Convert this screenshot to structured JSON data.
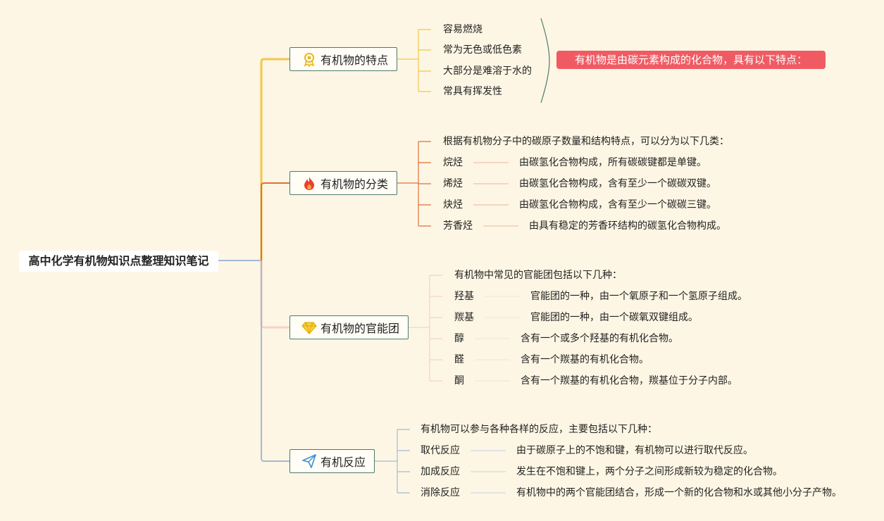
{
  "root": {
    "title": "高中化学有机物知识点整理知识笔记"
  },
  "branches": [
    {
      "label": "有机物的特点",
      "icon": "medal-icon",
      "color": "#f2c84b",
      "children": [
        "容易燃烧",
        "常为无色或低色素",
        "大部分是难溶于水的",
        "常具有挥发性"
      ],
      "summary": "有机物是由碳元素构成的化合物，具有以下特点："
    },
    {
      "label": "有机物的分类",
      "icon": "fire-icon",
      "color": "#e0703b",
      "intro": "根据有机物分子中的碳原子数量和结构特点，可以分为以下几类：",
      "items": [
        {
          "term": "烷烃",
          "desc": "由碳氢化合物构成，所有碳碳键都是单键。"
        },
        {
          "term": "烯烃",
          "desc": "由碳氢化合物构成，含有至少一个碳碳双键。"
        },
        {
          "term": "炔烃",
          "desc": "由碳氢化合物构成，含有至少一个碳碳三键。"
        },
        {
          "term": "芳香烃",
          "desc": "由具有稳定的芳香环结构的碳氢化合物构成。"
        }
      ]
    },
    {
      "label": "有机物的官能团",
      "icon": "diamond-icon",
      "color": "#f5d3c3",
      "intro": "有机物中常见的官能团包括以下几种：",
      "items": [
        {
          "term": "羟基",
          "desc": "官能团的一种，由一个氧原子和一个氢原子组成。"
        },
        {
          "term": "羰基",
          "desc": "官能团的一种，由一个碳氧双键组成。"
        },
        {
          "term": "醇",
          "desc": "含有一个或多个羟基的有机化合物。"
        },
        {
          "term": "醛",
          "desc": "含有一个羰基的有机化合物。"
        },
        {
          "term": "酮",
          "desc": "含有一个羰基的有机化合物，羰基位于分子内部。"
        }
      ]
    },
    {
      "label": "有机反应",
      "icon": "paper-plane-icon",
      "color": "#a4b9d6",
      "intro": "有机物可以参与各种各样的反应，主要包括以下几种：",
      "items": [
        {
          "term": "取代反应",
          "desc": "由于碳原子上的不饱和键，有机物可以进行取代反应。"
        },
        {
          "term": "加成反应",
          "desc": "发生在不饱和键上，两个分子之间形成新较为稳定的化合物。"
        },
        {
          "term": "消除反应",
          "desc": "有机物中的两个官能团结合，形成一个新的化合物和水或其他小分子产物。"
        }
      ]
    }
  ]
}
